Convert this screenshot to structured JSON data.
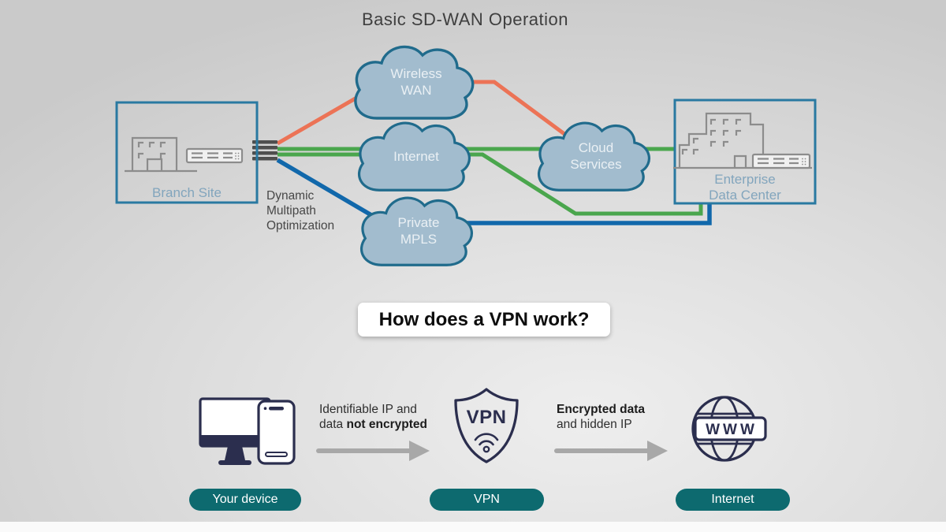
{
  "title": "Basic SD-WAN Operation",
  "colors": {
    "orange": "#ec7356",
    "green": "#4aa64d",
    "blue": "#1168ab",
    "teal": "#0d6a6f",
    "cloud_fill": "#a2bcce",
    "cloud_stroke": "#206b8c",
    "box_stroke": "#2979a1",
    "navy": "#2b2e4e",
    "cloud_text": "#eaf0f4",
    "site_text": "#82a5bd",
    "arrow_gray": "#a8a8a8",
    "icon_gray": "#8c8c8c",
    "bundle_gray": "#4e4e4e"
  },
  "sdwan": {
    "branch_label": "Branch Site",
    "datacenter_label": [
      "Enterprise",
      "Data Center"
    ],
    "dmo_label": [
      "Dynamic",
      "Multipath",
      "Optimization"
    ],
    "clouds": {
      "wireless": [
        "Wireless",
        "WAN"
      ],
      "internet": [
        "Internet"
      ],
      "mpls": [
        "Private",
        "MPLS"
      ],
      "services": [
        "Cloud",
        "Services"
      ]
    }
  },
  "vpn": {
    "banner": "How does a VPN work?",
    "left_note": {
      "line1": "Identifiable IP and",
      "line2_normal": "data ",
      "line2_bold": "not encrypted"
    },
    "right_note": {
      "line1_bold": "Encrypted data",
      "line2": "and hidden IP"
    },
    "shield_label": "VPN",
    "globe_label": "WWW",
    "pills": [
      {
        "label": "Your device"
      },
      {
        "label": "VPN"
      },
      {
        "label": "Internet"
      }
    ]
  },
  "icons": {
    "device": "monitor-phone-icon",
    "vpn_shield": "shield-wifi-icon",
    "globe": "globe-www-icon",
    "building": "building-icon",
    "router": "router-icon",
    "link_bundle": "link-bundle-icon",
    "arrow": "arrow-right-icon"
  }
}
